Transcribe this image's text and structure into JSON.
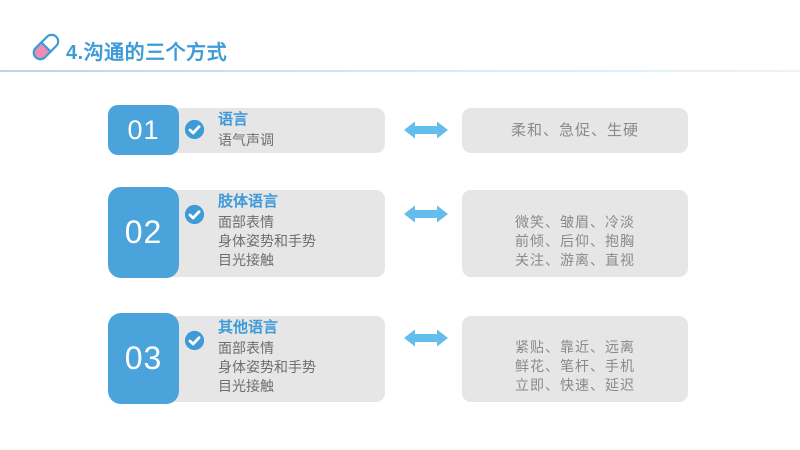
{
  "colors": {
    "accent": "#3E9BD8",
    "number_box_blue": "#4BA3DC",
    "arrow_blue": "#63BEEC",
    "panel_gray": "#E6E6E6",
    "pill_pink": "#F08CB4",
    "body_text": "#6E6E6E",
    "right_text": "#8A8A8A"
  },
  "header": {
    "title": "4.沟通的三个方式",
    "icon": "pill-icon"
  },
  "rows": [
    {
      "number": "01",
      "title": "语言",
      "details": [
        "语气声调"
      ],
      "right_lines": [
        "柔和、急促、生硬"
      ]
    },
    {
      "number": "02",
      "title": "肢体语言",
      "details": [
        "面部表情",
        "身体姿势和手势",
        "目光接触"
      ],
      "right_lines": [
        "微笑、皱眉、冷淡",
        "前倾、后仰、抱胸",
        "关注、游离、直视"
      ]
    },
    {
      "number": "03",
      "title": "其他语言",
      "details": [
        "面部表情",
        "身体姿势和手势",
        "目光接触"
      ],
      "right_lines": [
        "紧贴、靠近、远离",
        "鲜花、笔杆、手机",
        "立即、快速、延迟"
      ]
    }
  ]
}
